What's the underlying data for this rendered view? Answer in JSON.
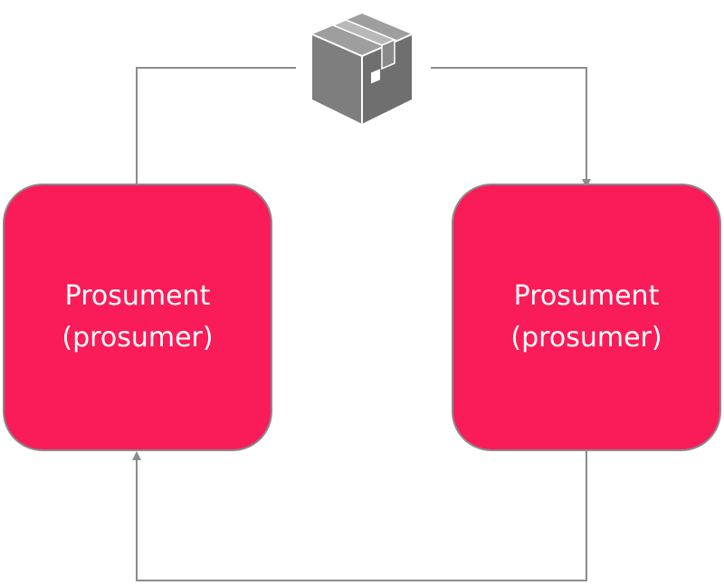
{
  "nodes": [
    {
      "id": "left",
      "line1": "Prosument",
      "line2": "(prosumer)"
    },
    {
      "id": "right",
      "line1": "Prosument",
      "line2": "(prosumer)"
    }
  ],
  "colors": {
    "node_fill": "#fa1c58",
    "node_border": "#8a8a8a",
    "connector": "#8c8c8c",
    "package_light": "#9e9e9e",
    "package_dark": "#6f6f6f",
    "package_tape": "#ffffff"
  },
  "icons": {
    "package": "package-box-icon"
  }
}
